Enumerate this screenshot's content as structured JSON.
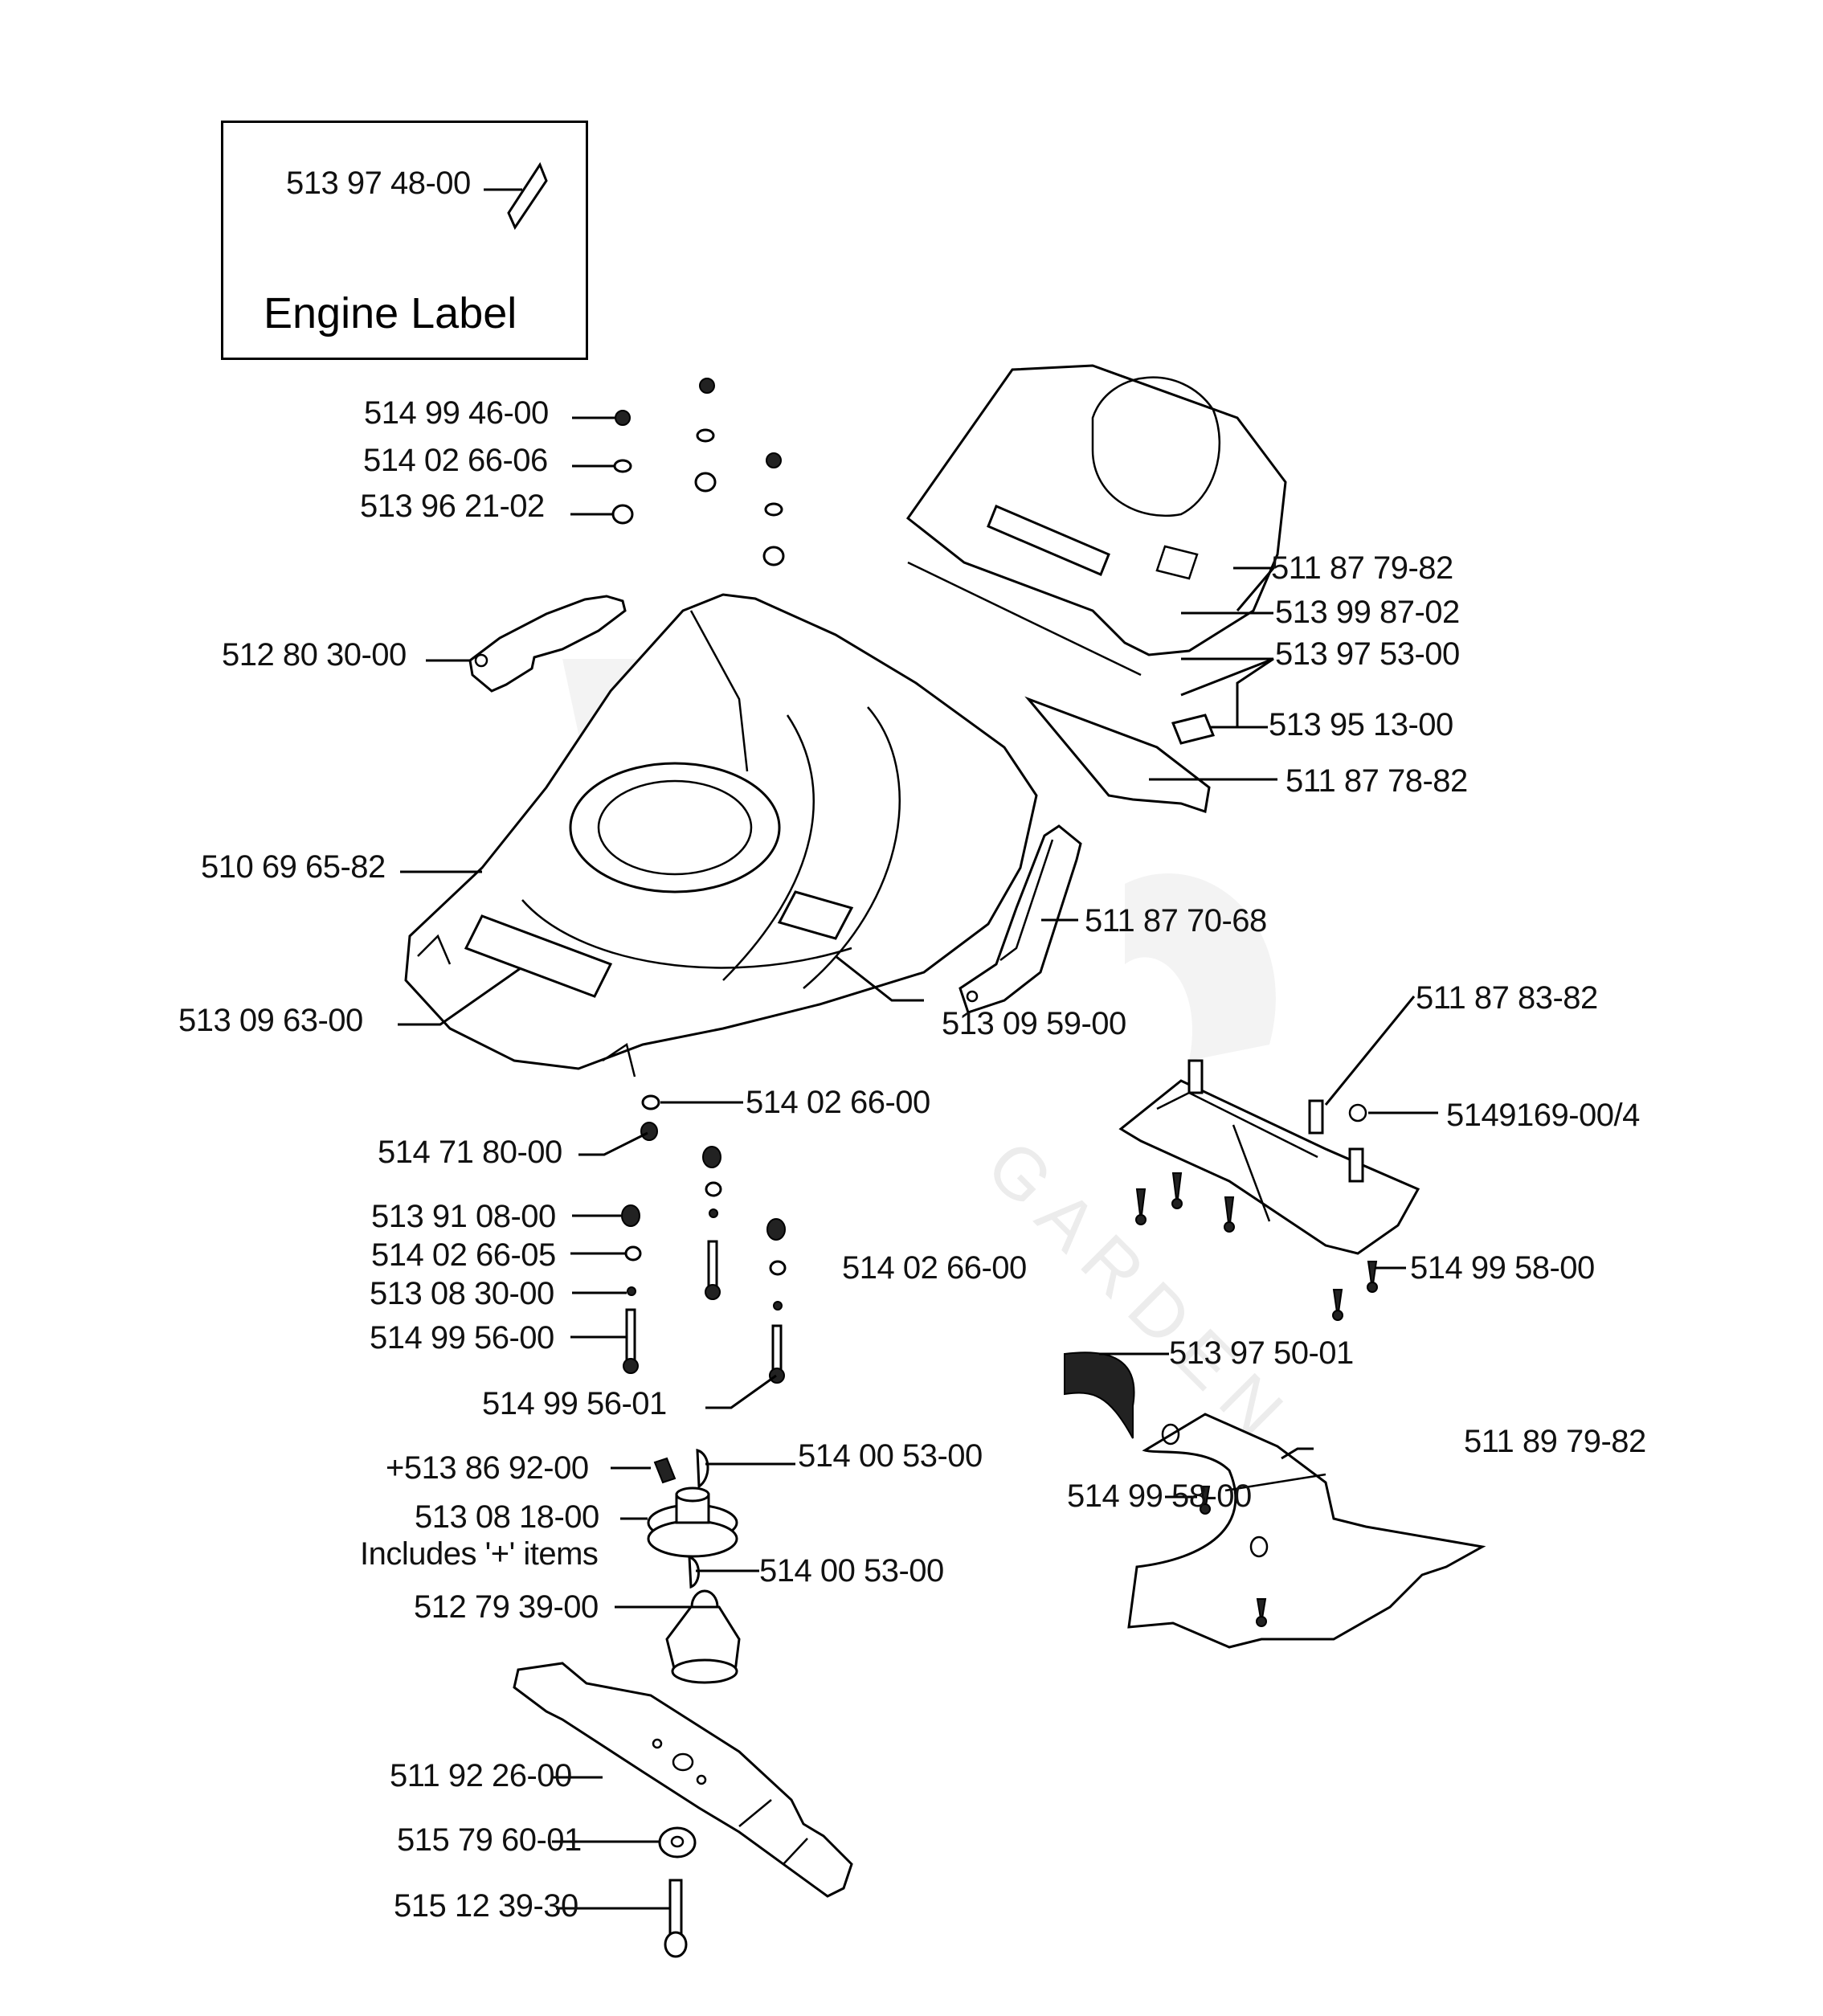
{
  "diagram": {
    "type": "exploded-parts-diagram",
    "subject": "lawn mower deck assembly",
    "watermark": "GARDEN",
    "inset": {
      "title": "Engine Label",
      "part": "513 97 48-00"
    },
    "note": "Includes '+' items",
    "labels": {
      "l01": "514 99 46-00",
      "l02": "514 02 66-06",
      "l03": "513 96 21-02",
      "l04": "512 80 30-00",
      "l05": "510 69 65-82",
      "l06": "513 09 63-00",
      "l07": "511 87 79-82",
      "l08": "513 99 87-02",
      "l09": "513 97 53-00",
      "l10": "513 95 13-00",
      "l11": "511 87 78-82",
      "l12": "511 87 70-68",
      "l13": "513 09 59-00",
      "l14": "511 87 83-82",
      "l15": "5149169-00/4",
      "l16": "514 02 66-00",
      "l17": "514 71 80-00",
      "l18": "513 91 08-00",
      "l19": "514 02 66-05",
      "l20": "513 08 30-00",
      "l21": "514 99 56-00",
      "l22": "514 02 66-00",
      "l23": "514 99 56-01",
      "l24": "514 99 58-00",
      "l25": "513 97 50-01",
      "l26": "511 89 79-82",
      "l27": "514 99 58-00",
      "l28": "+513 86 92-00",
      "l29": "514 00 53-00",
      "l30": "513 08 18-00",
      "l31": "514 00 53-00",
      "l32": "512 79 39-00",
      "l33": "511 92 26-00",
      "l34": "515 79 60-01",
      "l35": "515 12 39-30"
    }
  }
}
